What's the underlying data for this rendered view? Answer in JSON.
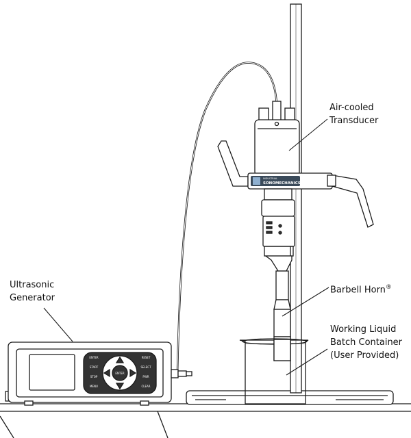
{
  "labels": {
    "transducer": [
      "Air-cooled",
      "Transducer"
    ],
    "generator": [
      "Ultrasonic",
      "Generator"
    ],
    "horn": "Barbell Horn",
    "horn_mark": "®",
    "container": [
      "Working Liquid",
      "Batch Container",
      "(User Provided)"
    ]
  },
  "brand": {
    "small": "INDUSTRIAL",
    "big": "SONOMECHANICS"
  },
  "keypad": {
    "left": [
      "ENTER",
      "START",
      "STOP",
      "MENU"
    ],
    "right": [
      "RESET",
      "SELECT",
      "PWR",
      "CLEAR"
    ],
    "center": "ENTER"
  },
  "colors": {
    "line": "#1a1a1a",
    "badge": "#3a4a5a",
    "dark": "#333333"
  }
}
